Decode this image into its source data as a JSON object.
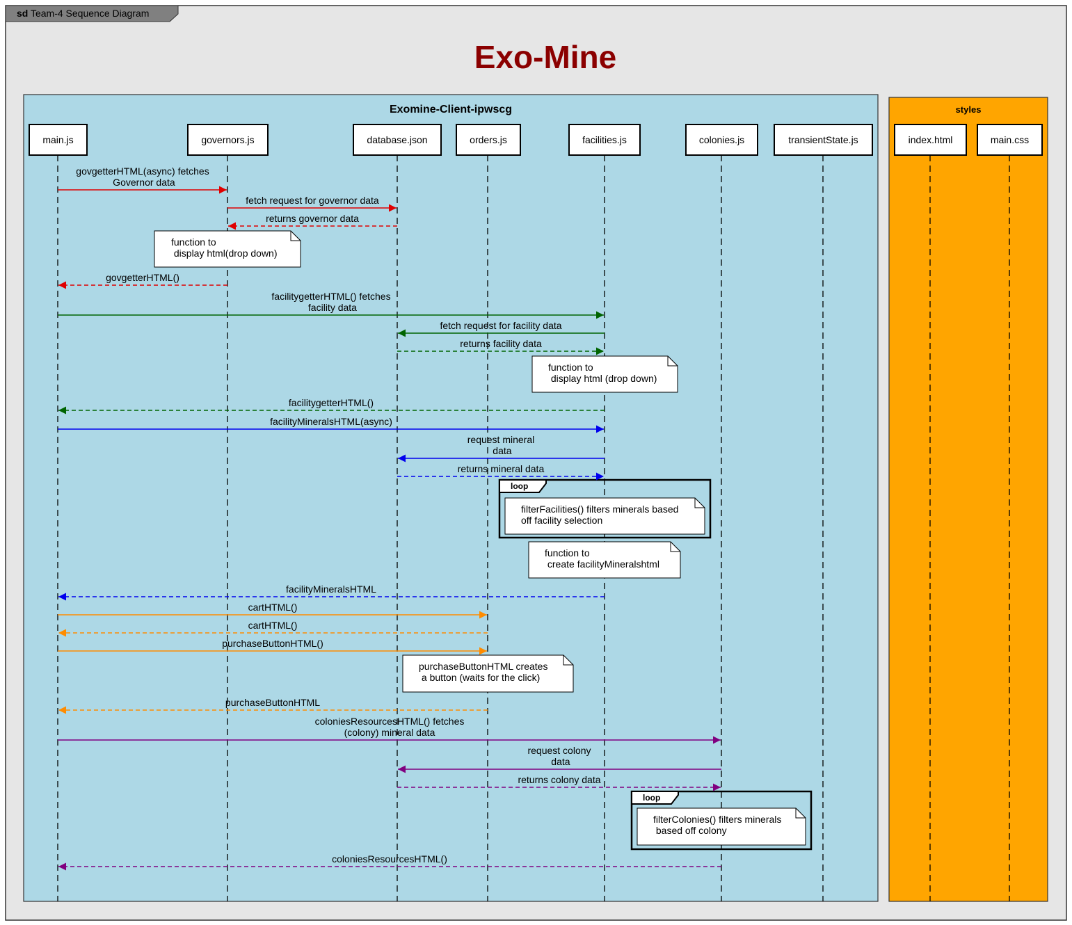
{
  "frame": {
    "keyword": "sd",
    "label": "Team-4 Sequence Diagram"
  },
  "title": "Exo-Mine",
  "groups": {
    "client": "Exomine-Client-ipwscg",
    "styles": "styles"
  },
  "lifelines": [
    {
      "id": "main",
      "label": "main.js"
    },
    {
      "id": "governors",
      "label": "governors.js"
    },
    {
      "id": "database",
      "label": "database.json"
    },
    {
      "id": "orders",
      "label": "orders.js"
    },
    {
      "id": "facilities",
      "label": "facilities.js"
    },
    {
      "id": "colonies",
      "label": "colonies.js"
    },
    {
      "id": "transient",
      "label": "transientState.js"
    },
    {
      "id": "index",
      "label": "index.html"
    },
    {
      "id": "css",
      "label": "main.css"
    }
  ],
  "colors": {
    "red": "#e00000",
    "green": "#006400",
    "blue": "#0000ee",
    "orange": "#ff8c00",
    "purple": "#800080",
    "client_bg": "#add8e6",
    "styles_bg": "#ffa500",
    "frame_bg": "#e6e6e6",
    "title": "#8b0000"
  },
  "messages": [
    {
      "from": "main",
      "to": "governors",
      "lines": [
        "govgetterHTML(async) fetches",
        " Governor data"
      ],
      "color": "red",
      "dashed": false
    },
    {
      "from": "governors",
      "to": "database",
      "lines": [
        "fetch request for governor data"
      ],
      "color": "red",
      "dashed": false
    },
    {
      "from": "database",
      "to": "governors",
      "lines": [
        "returns governor data"
      ],
      "color": "red",
      "dashed": true
    },
    {
      "from": "governors",
      "to": "main",
      "lines": [
        "govgetterHTML()"
      ],
      "color": "red",
      "dashed": true
    },
    {
      "from": "main",
      "to": "facilities",
      "lines": [
        "facilitygetterHTML() fetches",
        " facility data"
      ],
      "color": "green",
      "dashed": false
    },
    {
      "from": "facilities",
      "to": "database",
      "lines": [
        "fetch request for facility data"
      ],
      "color": "green",
      "dashed": false
    },
    {
      "from": "database",
      "to": "facilities",
      "lines": [
        "returns facility data"
      ],
      "color": "green",
      "dashed": true
    },
    {
      "from": "facilities",
      "to": "main",
      "lines": [
        "facilitygetterHTML()"
      ],
      "color": "green",
      "dashed": true
    },
    {
      "from": "main",
      "to": "facilities",
      "lines": [
        "facilityMineralsHTML(async)"
      ],
      "color": "blue",
      "dashed": false
    },
    {
      "from": "facilities",
      "to": "database",
      "lines": [
        "request mineral",
        " data"
      ],
      "color": "blue",
      "dashed": false
    },
    {
      "from": "database",
      "to": "facilities",
      "lines": [
        "returns mineral data"
      ],
      "color": "blue",
      "dashed": true
    },
    {
      "from": "facilities",
      "to": "main",
      "lines": [
        "facilityMineralsHTML"
      ],
      "color": "blue",
      "dashed": true
    },
    {
      "from": "main",
      "to": "orders",
      "lines": [
        "cartHTML()"
      ],
      "color": "orange",
      "dashed": false
    },
    {
      "from": "orders",
      "to": "main",
      "lines": [
        "cartHTML()"
      ],
      "color": "orange",
      "dashed": true
    },
    {
      "from": "main",
      "to": "orders",
      "lines": [
        "purchaseButtonHTML()"
      ],
      "color": "orange",
      "dashed": false
    },
    {
      "from": "orders",
      "to": "main",
      "lines": [
        "purchaseButtonHTML"
      ],
      "color": "orange",
      "dashed": true
    },
    {
      "from": "main",
      "to": "colonies",
      "lines": [
        "coloniesResourcesHTML() fetches",
        "(colony) mineral data"
      ],
      "color": "purple",
      "dashed": false
    },
    {
      "from": "colonies",
      "to": "database",
      "lines": [
        "request colony",
        " data"
      ],
      "color": "purple",
      "dashed": false
    },
    {
      "from": "database",
      "to": "colonies",
      "lines": [
        "returns colony data"
      ],
      "color": "purple",
      "dashed": true
    },
    {
      "from": "colonies",
      "to": "main",
      "lines": [
        "coloniesResourcesHTML()"
      ],
      "color": "purple",
      "dashed": true
    }
  ],
  "notes": [
    {
      "lines": [
        "function to",
        " display html(drop down)"
      ]
    },
    {
      "lines": [
        "function to",
        " display html (drop down)"
      ]
    },
    {
      "lines": [
        "filterFacilities() filters minerals based",
        "off facility selection"
      ]
    },
    {
      "lines": [
        "function to",
        " create facilityMineralshtml"
      ]
    },
    {
      "lines": [
        "purchaseButtonHTML creates",
        " a button (waits for the click)"
      ]
    },
    {
      "lines": [
        "filterColonies() filters minerals",
        " based off colony"
      ]
    }
  ],
  "loops": [
    {
      "label": "loop"
    },
    {
      "label": "loop"
    }
  ]
}
